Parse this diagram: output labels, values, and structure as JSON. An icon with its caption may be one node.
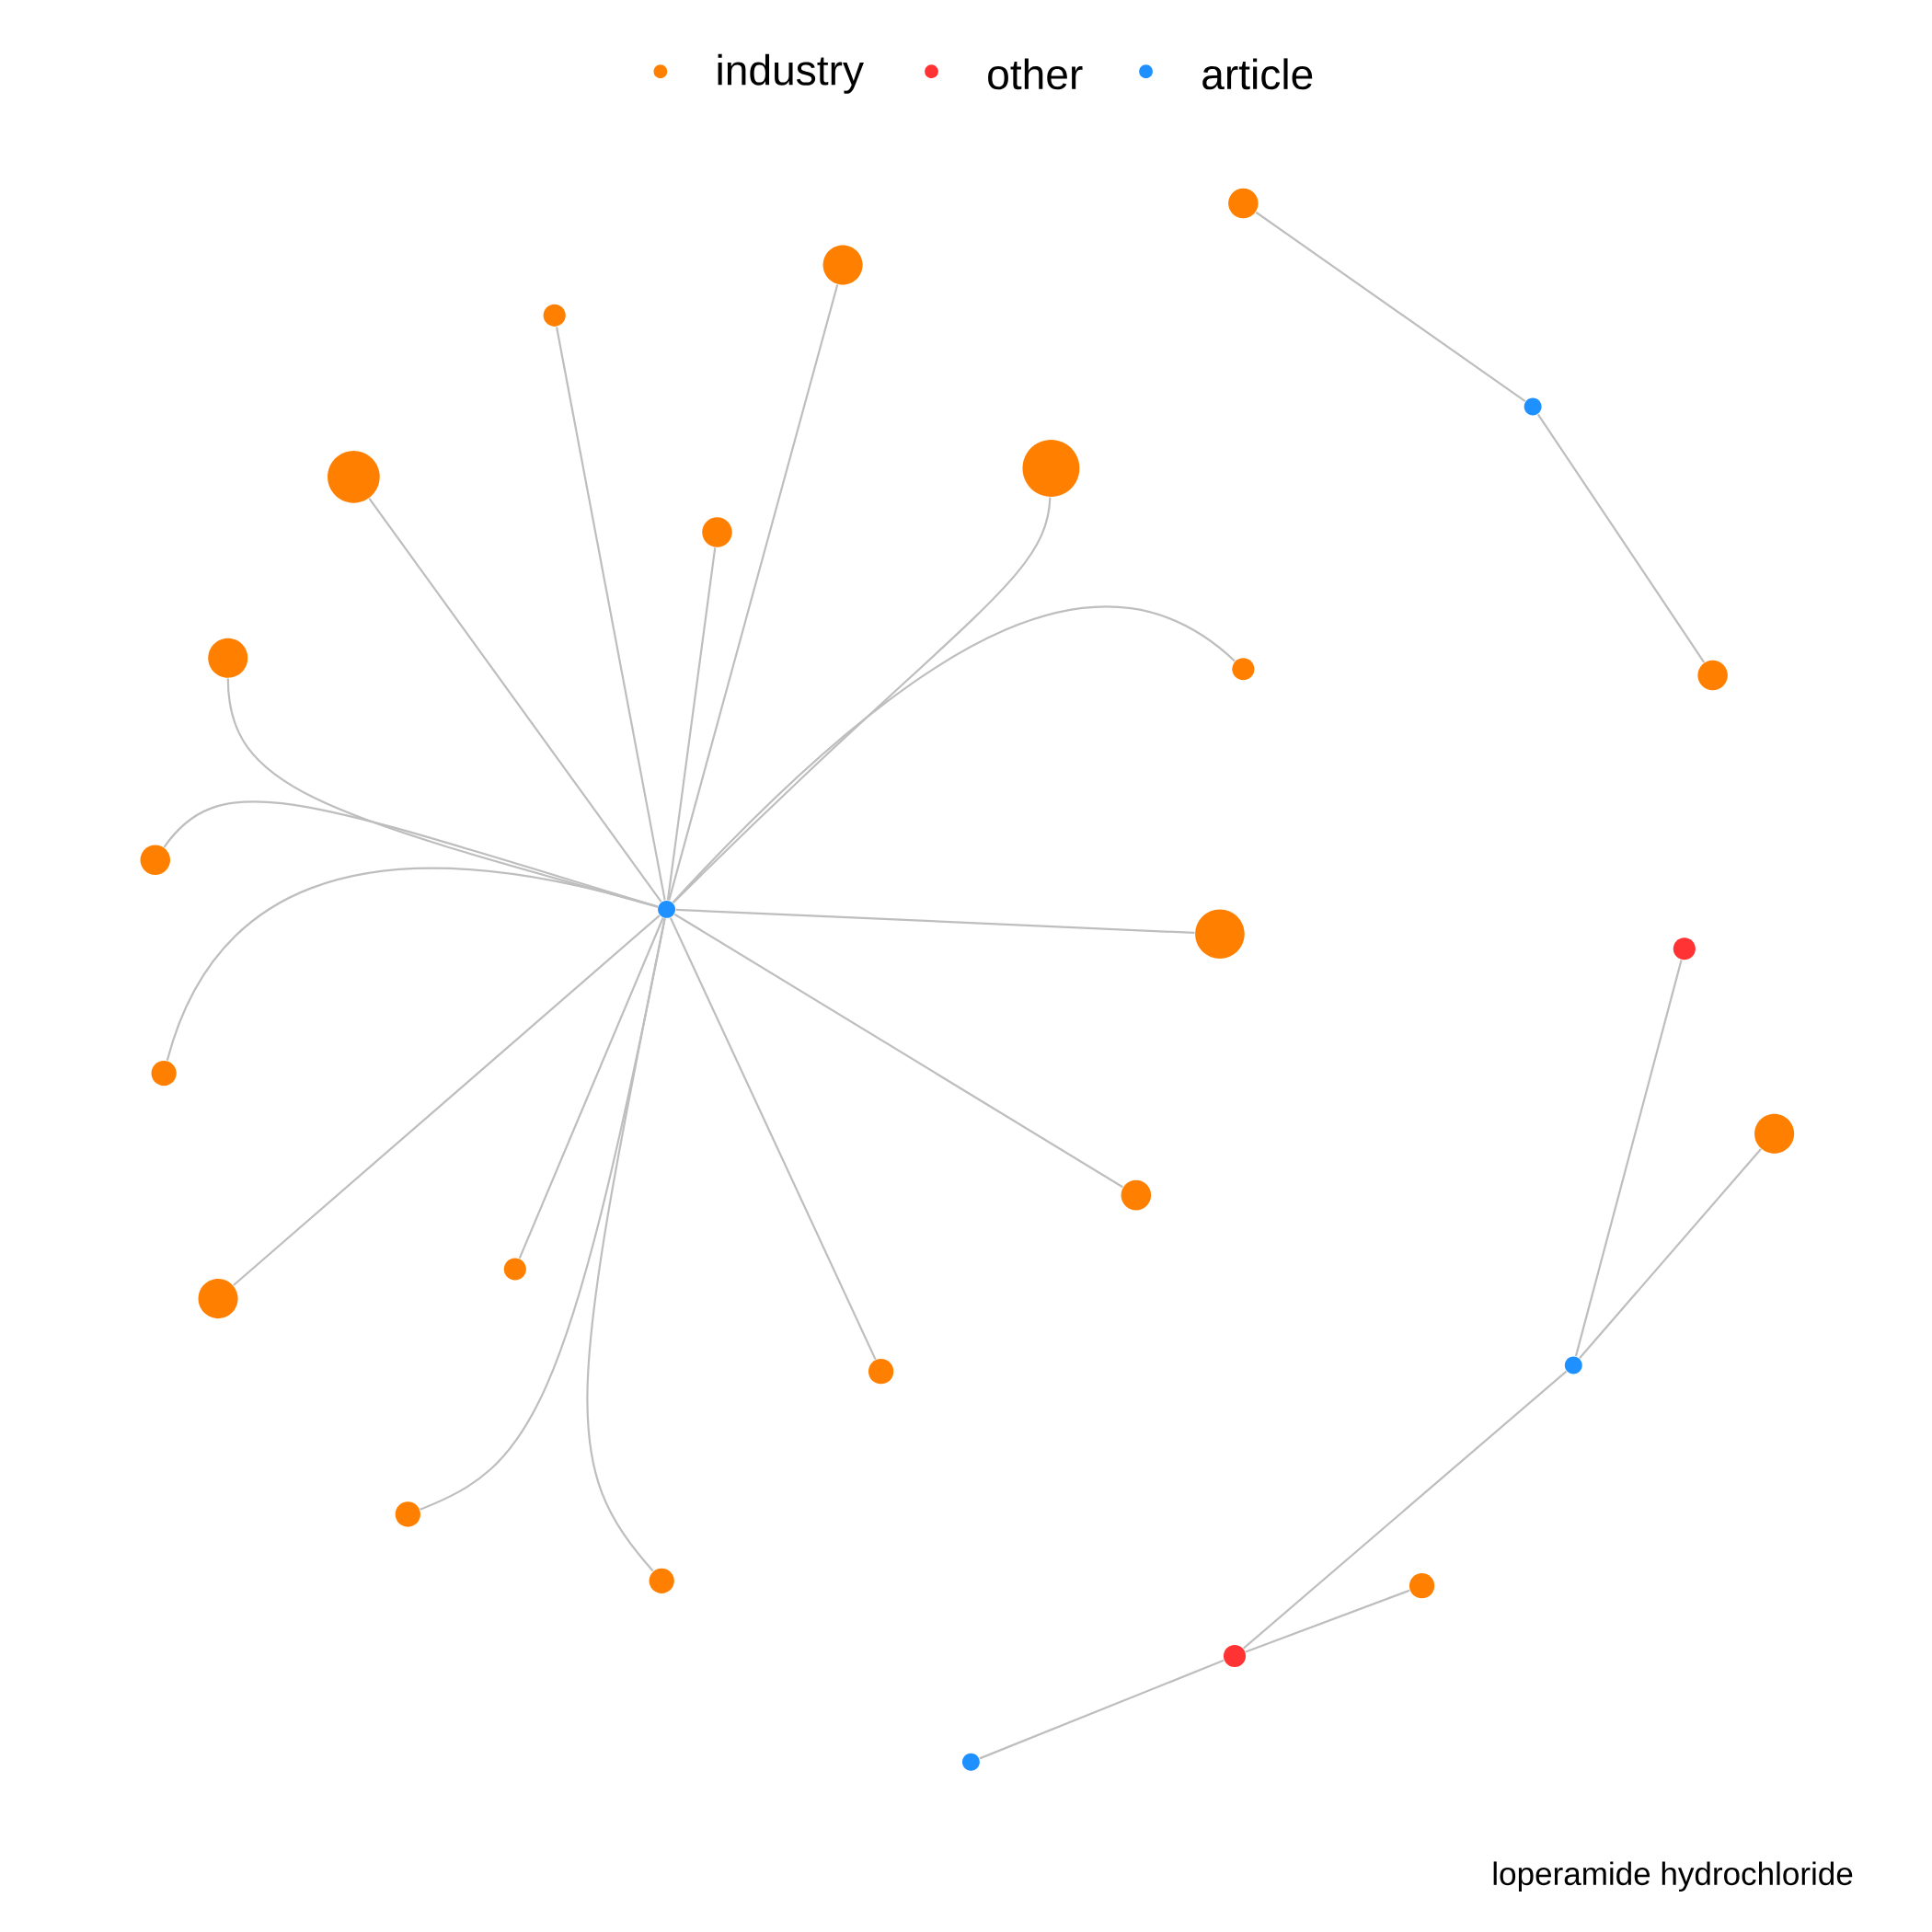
{
  "diagram": {
    "caption": "loperamide hydrochloride",
    "nodes": [
      {
        "text": [],
        "shape": "circle"
      },
      {
        "text": [],
        "shape": "circle"
      },
      {
        "text": [],
        "shape": "circle"
      },
      {
        "text": [],
        "shape": "circle"
      },
      {
        "text": [],
        "shape": "circle"
      },
      {
        "text": [],
        "shape": "circle"
      },
      {
        "text": [],
        "shape": "circle"
      },
      {
        "text": [],
        "shape": "circle"
      },
      {
        "text": [],
        "shape": "circle"
      },
      {
        "text": [],
        "shape": "circle"
      },
      {
        "text": [],
        "shape": "circle"
      },
      {
        "text": [],
        "shape": "circle"
      },
      {
        "text": [],
        "shape": "circle"
      },
      {
        "text": [],
        "shape": "circle"
      },
      {
        "text": [],
        "shape": "circle"
      },
      {
        "text": [],
        "shape": "circle"
      },
      {
        "text": [],
        "shape": "circle"
      },
      {
        "text": [],
        "shape": "circle"
      },
      {
        "text": [],
        "shape": "circle"
      },
      {
        "text": [],
        "shape": "circle"
      },
      {
        "text": [],
        "shape": "circle"
      },
      {
        "text": [],
        "shape": "circle"
      },
      {
        "text": [],
        "shape": "circle"
      },
      {
        "text": [],
        "shape": "circle"
      },
      {
        "text": [],
        "shape": "circle"
      },
      {
        "text": [],
        "shape": "circle"
      }
    ],
    "edges": [
      {
        "from": 0,
        "to": 1,
        "arrow": "none"
      },
      {
        "from": 0,
        "to": 2,
        "arrow": "none"
      },
      {
        "from": 0,
        "to": 3,
        "arrow": "none"
      },
      {
        "from": 0,
        "to": 4,
        "arrow": "none"
      },
      {
        "from": 0,
        "to": 5,
        "arrow": "none"
      },
      {
        "from": 0,
        "to": 6,
        "arrow": "none"
      },
      {
        "from": 0,
        "to": 7,
        "arrow": "none"
      },
      {
        "from": 0,
        "to": 8,
        "arrow": "none"
      },
      {
        "from": 0,
        "to": 9,
        "arrow": "none"
      },
      {
        "from": 0,
        "to": 10,
        "arrow": "none"
      },
      {
        "from": 0,
        "to": 11,
        "arrow": "none"
      },
      {
        "from": 0,
        "to": 12,
        "arrow": "none"
      },
      {
        "from": 0,
        "to": 13,
        "arrow": "none"
      },
      {
        "from": 0,
        "to": 14,
        "arrow": "none"
      },
      {
        "from": 0,
        "to": 15,
        "arrow": "none"
      },
      {
        "from": 0,
        "to": 16,
        "arrow": "none"
      },
      {
        "from": 17,
        "to": 18,
        "arrow": "none"
      },
      {
        "from": 18,
        "to": 19,
        "arrow": "none"
      },
      {
        "from": 20,
        "to": 22,
        "arrow": "none"
      },
      {
        "from": 21,
        "to": 22,
        "arrow": "none"
      },
      {
        "from": 22,
        "to": 23,
        "arrow": "none"
      },
      {
        "from": 23,
        "to": 24,
        "arrow": "none"
      },
      {
        "from": 23,
        "to": 25,
        "arrow": "none"
      }
    ],
    "legend": [
      {
        "text": "industry",
        "color": "#ff8000"
      },
      {
        "text": "other",
        "color": "#ff3333"
      },
      {
        "text": "article",
        "color": "#1e90ff"
      }
    ]
  }
}
